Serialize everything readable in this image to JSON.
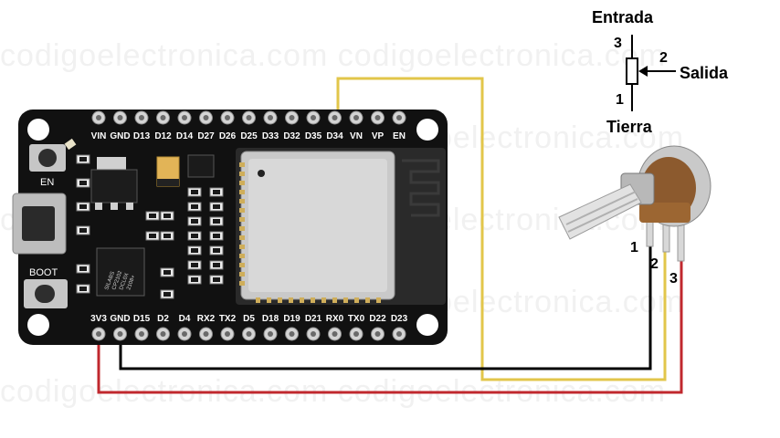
{
  "watermark": "codigoelectronica.com codigoelectronica.com",
  "board": {
    "top_pins": [
      "VIN",
      "GND",
      "D13",
      "D12",
      "D14",
      "D27",
      "D26",
      "D25",
      "D33",
      "D32",
      "D35",
      "D34",
      "VN",
      "VP",
      "EN"
    ],
    "bottom_pins": [
      "3V3",
      "GND",
      "D15",
      "D2",
      "D4",
      "RX2",
      "TX2",
      "D5",
      "D18",
      "D19",
      "D21",
      "RX0",
      "TX0",
      "D22",
      "D23"
    ],
    "en_label": "EN",
    "boot_label": "BOOT",
    "chip_text": [
      "SILABS",
      "CP2102",
      "DCL0X",
      "2108+"
    ]
  },
  "schematic": {
    "input_label": "Entrada",
    "output_label": "Salida",
    "ground_label": "Tierra",
    "pin3": "3",
    "pin2": "2",
    "pin1": "1"
  },
  "potentiometer": {
    "pin1": "1",
    "pin2": "2",
    "pin3": "3"
  },
  "wires": {
    "signal_color": "#e2c64a",
    "ground_color": "#000000",
    "power_color": "#c0282e"
  }
}
